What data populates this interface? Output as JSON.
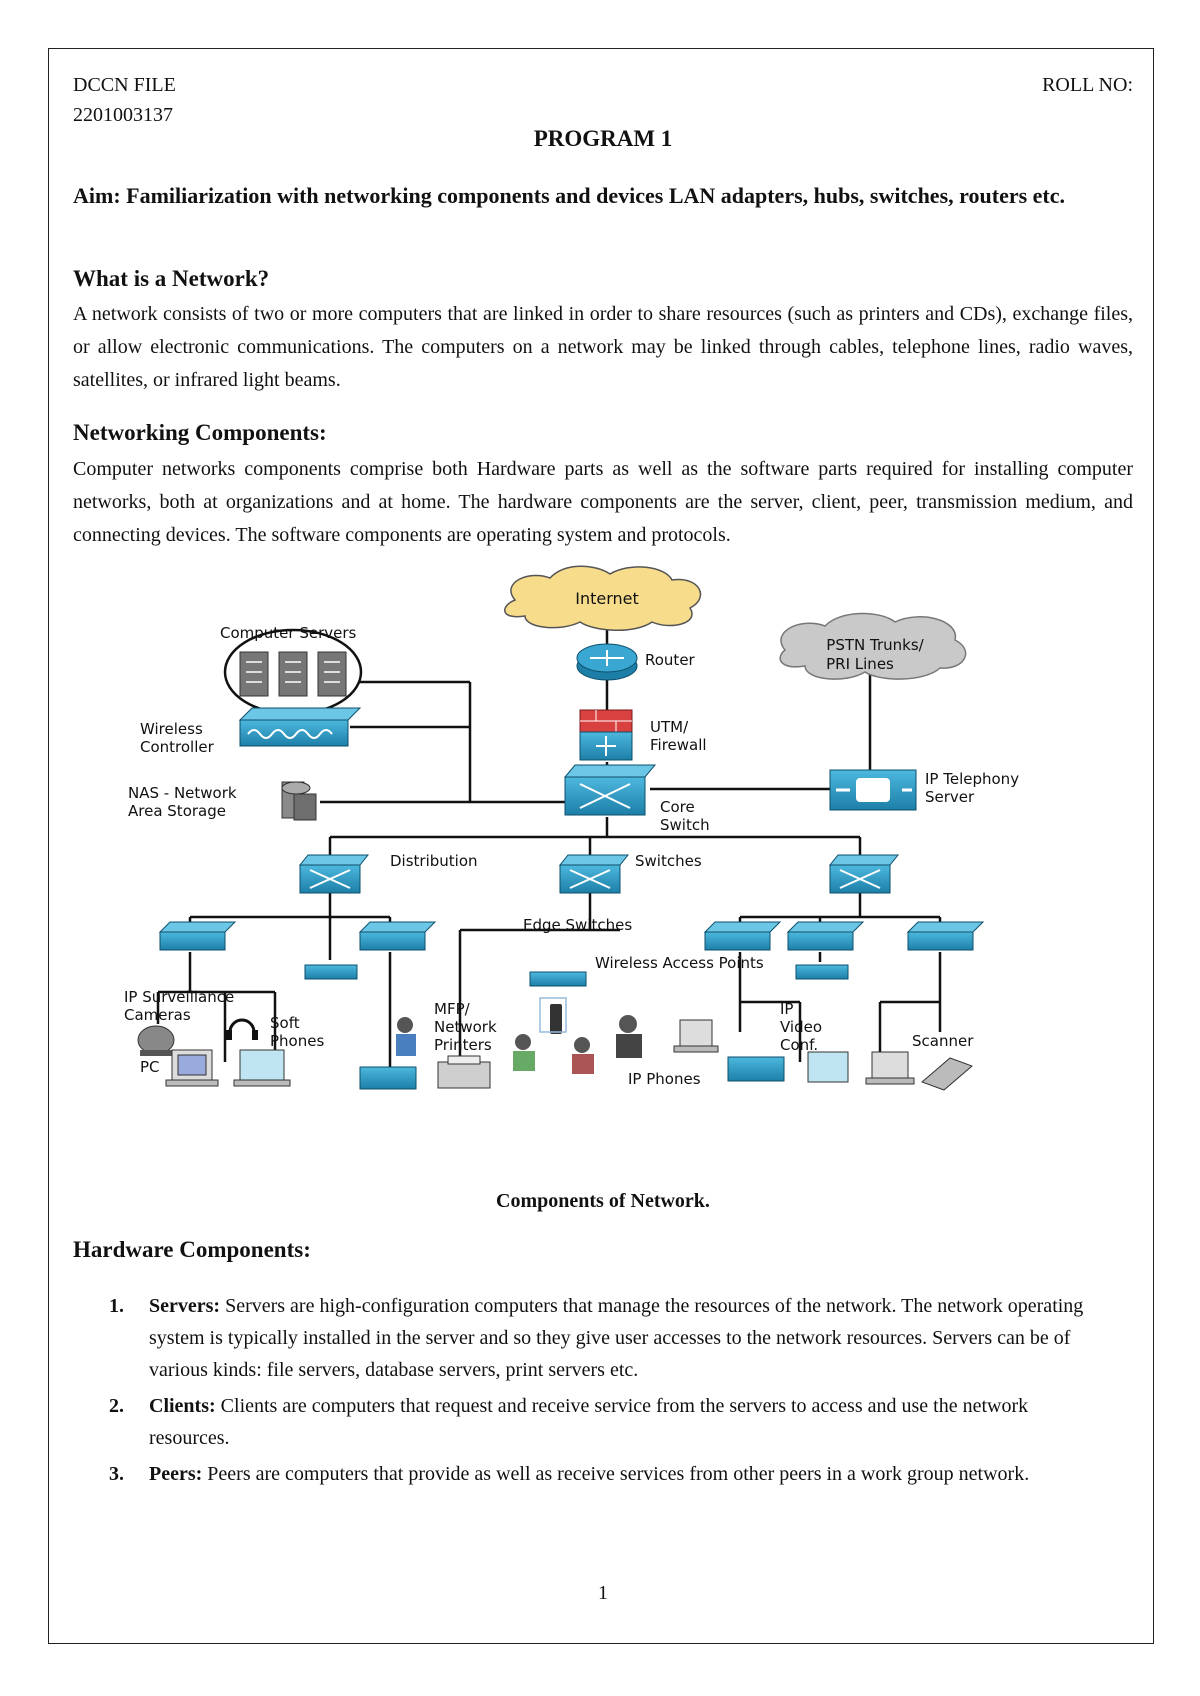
{
  "header": {
    "left_line1": "DCCN FILE",
    "left_line2": "2201003137",
    "right": "ROLL NO:"
  },
  "program_title": "PROGRAM 1",
  "aim": "Aim: Familiarization with networking components and devices LAN adapters, hubs, switches, routers etc.",
  "section1": {
    "heading": "What is a Network?",
    "body": "A network consists of two or more computers that are linked in order to share resources (such as printers and CDs), exchange files, or allow electronic communications. The computers on a network may be linked through cables, telephone lines, radio waves, satellites, or infrared light beams."
  },
  "section2": {
    "heading": "Networking Components:",
    "body": "Computer networks components comprise both Hardware parts as well as the software parts required for installing computer networks, both at organizations and at home. The hardware components are the server, client, peer, transmission medium, and connecting devices. The software components are operating system and protocols."
  },
  "diagram": {
    "labels": {
      "internet": "Internet",
      "router": "Router",
      "pstn": "PSTN Trunks/\nPRI Lines",
      "computer_servers": "Computer Servers",
      "wireless_controller": "Wireless\nController",
      "utm_firewall": "UTM/\nFirewall",
      "ip_telephony": "IP Telephony\nServer",
      "nas": "NAS - Network\nArea Storage",
      "core_switch": "Core\nSwitch",
      "distribution": "Distribution",
      "switches": "Switches",
      "edge_switches": "Edge Switches",
      "wireless_ap": "Wireless Access Points",
      "ip_surveillance": "IP Surveillance\nCameras",
      "soft_phones": "Soft\nPhones",
      "pc": "PC",
      "mfp": "MFP/\nNetwork\nPrinters",
      "ip_phones": "IP Phones",
      "ip_video": "IP\nVideo\nConf.",
      "scanner": "Scanner"
    }
  },
  "figure_caption": "Components of Network.",
  "hardware": {
    "heading": "Hardware Components:",
    "items": [
      {
        "num": "1.",
        "term": "Servers:",
        "text": " Servers are high-configuration computers that manage the resources of the network. The network operating system is typically installed in the server and so they give user accesses to the network resources. Servers can be of various kinds: file servers, database servers, print servers etc."
      },
      {
        "num": "2.",
        "term": "Clients:",
        "text": " Clients are computers that request and receive service from the servers to access and use the network resources."
      },
      {
        "num": "3.",
        "term": "Peers:",
        "text": " Peers are computers that provide as well as receive services from other peers in a work group network."
      }
    ]
  },
  "page_number": "1",
  "colors": {
    "cloud_internet": "#f7dc8c",
    "cloud_pstn": "#c9c9c9",
    "device_blue": "#2a9bc4",
    "device_dark": "#1b6f94",
    "firewall_red": "#d94040"
  }
}
